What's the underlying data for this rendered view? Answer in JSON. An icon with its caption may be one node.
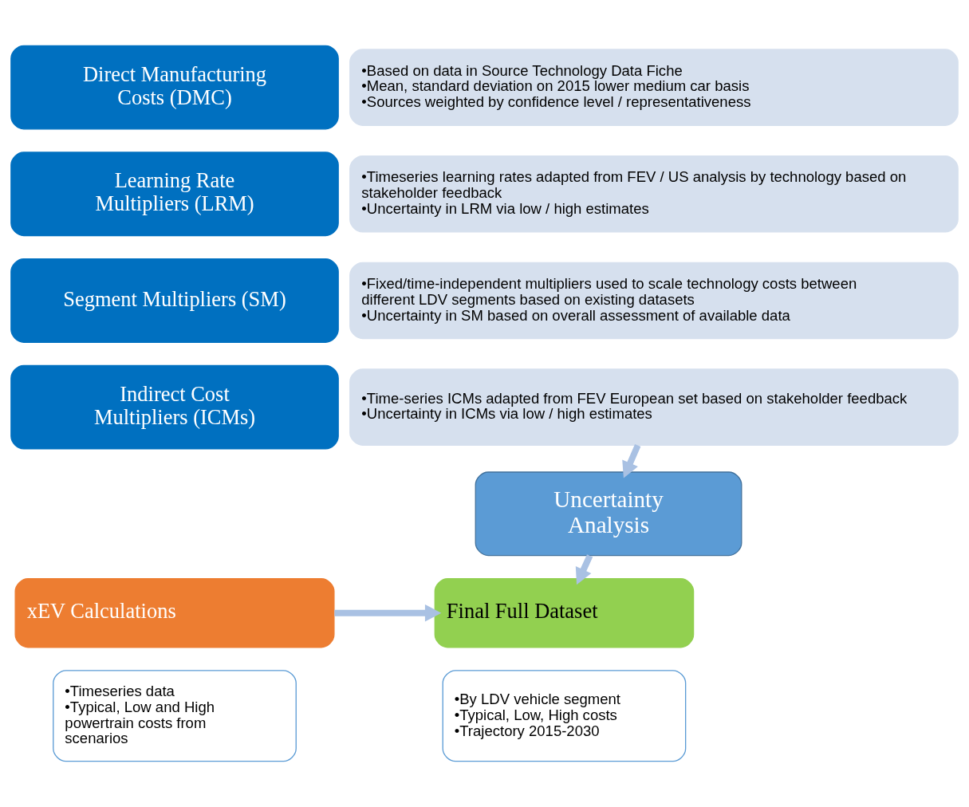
{
  "diagram": {
    "nodes": [
      {
        "text": [
          "Direct Manufacturing Costs (DMC)"
        ]
      },
      {
        "text": [
          "•Based on data in Source Technology Data Fiche",
          "•Mean, standard deviation on 2015 lower medium car basis",
          "•Sources weighted by confidence level / representativeness"
        ]
      },
      {
        "text": [
          "Learning Rate Multipliers (LRM)"
        ]
      },
      {
        "text": [
          "•Timeseries learning rates adapted from FEV / US analysis by technology based on stakeholder feedback",
          "•Uncertainty in LRM via low / high estimates"
        ]
      },
      {
        "text": [
          "Segment Multipliers (SM)"
        ]
      },
      {
        "text": [
          "•Fixed/time-independent multipliers used to scale technology costs between different LDV segments based on existing datasets",
          "•Uncertainty in SM based on overall assessment of available data"
        ]
      },
      {
        "text": [
          "Indirect Cost Multipliers (ICMs)"
        ]
      },
      {
        "text": [
          "•Time-series ICMs adapted from FEV European set based on stakeholder feedback",
          "•Uncertainty in ICMs via low / high estimates"
        ]
      },
      {
        "text": [
          "Uncertainty Analysis"
        ]
      },
      {
        "text": [
          "xEV Calculations"
        ]
      },
      {
        "text": [
          "•Timeseries data",
          "•Typical, Low and High powertrain costs from scenarios"
        ]
      },
      {
        "text": [
          "Final Full Dataset"
        ]
      },
      {
        "text": [
          "•By LDV vehicle segment",
          "•Typical, Low, High costs",
          "•Trajectory 2015-2030"
        ]
      }
    ],
    "edges": [
      {
        "from": 7,
        "to": 8,
        "arrow": "to"
      },
      {
        "from": 8,
        "to": 11,
        "arrow": "to"
      },
      {
        "from": 9,
        "to": 11,
        "arrow": "to"
      }
    ]
  }
}
